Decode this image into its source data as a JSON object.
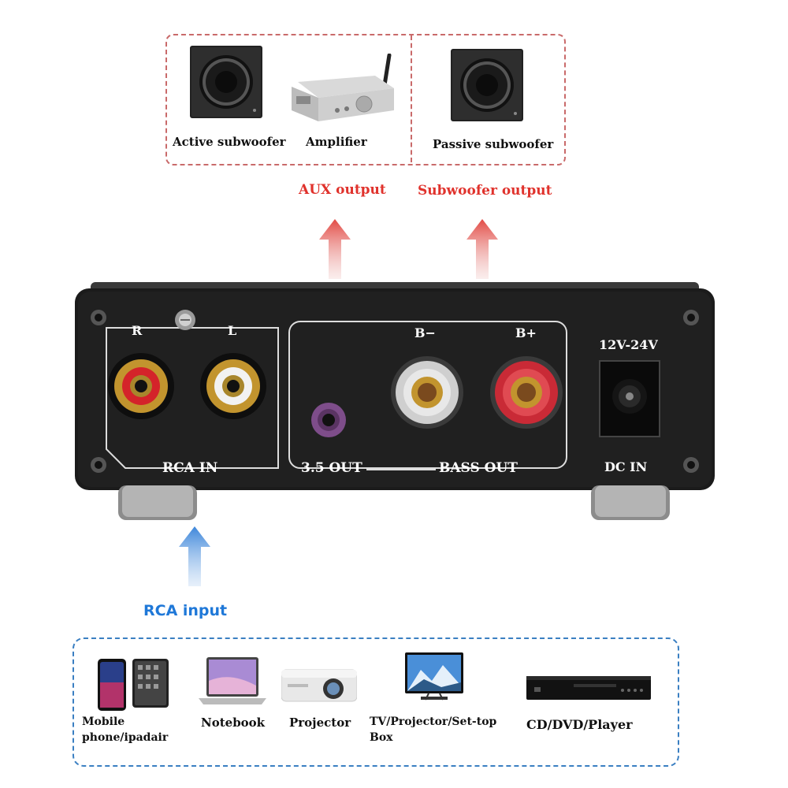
{
  "top_box": {
    "active_subwoofer": "Active subwoofer",
    "amplifier": "Amplifier",
    "passive_subwoofer": "Passive subwoofer"
  },
  "outputs": {
    "aux": "AUX output",
    "subwoofer": "Subwoofer output"
  },
  "panel": {
    "rca_r": "R",
    "rca_l": "L",
    "rca_in": "RCA IN",
    "b_minus": "B−",
    "b_plus": "B+",
    "voltage": "12V-24V",
    "out_35": "3.5 OUT",
    "bass_out": "BASS OUT",
    "dc_in": "DC IN"
  },
  "input_label": "RCA input",
  "bottom_box": {
    "mobile": "Mobile phone/ipadair",
    "notebook": "Notebook",
    "projector": "Projector",
    "tv": "TV/Projector/Set-top Box",
    "cd": "CD/DVD/Player"
  },
  "colors": {
    "red_accent": "#e0322c",
    "blue_accent": "#1f78d8",
    "panel": "#1a1a1a"
  }
}
